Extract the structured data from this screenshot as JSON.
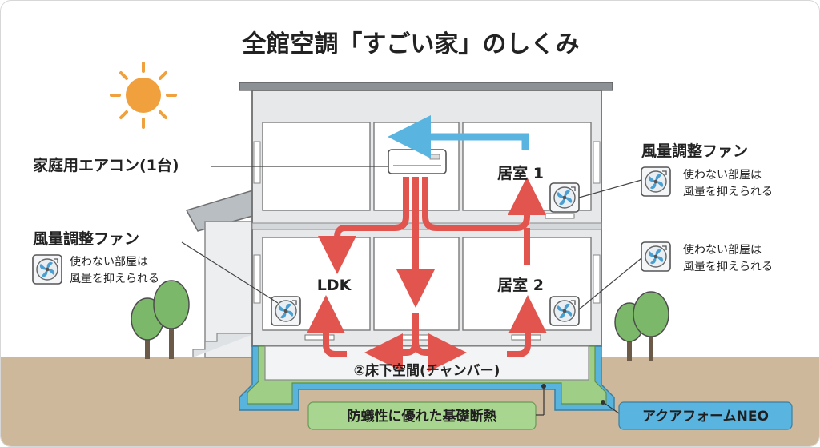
{
  "title": "全館空調「すごい家」のしくみ",
  "aircon_label": "家庭用エアコン(1台)",
  "rooms": {
    "ldk": "LDK",
    "room1": "居室 1",
    "room2": "居室 2"
  },
  "chamber_label": "②床下空間(チャンバー)",
  "foundation_label": "防蟻性に優れた基礎断熱",
  "insulation_label": "アクアフォームNEO",
  "fan_left": {
    "title": "風量調整ファン",
    "line1": "使わない部屋は",
    "line2": "風量を抑えられる"
  },
  "fan_right_top": {
    "title": "風量調整ファン",
    "line1": "使わない部屋は",
    "line2": "風量を抑えられる"
  },
  "fan_right_mid": {
    "line1": "使わない部屋は",
    "line2": "風量を抑えられる"
  },
  "colors": {
    "warm_flow": "#e2554f",
    "cool_flow": "#5ab4e0",
    "ground": "#cdb89b",
    "foundation": "#9fcf86",
    "insulation": "#58b4dd",
    "sun": "#f0a03c",
    "tree": "#7cb86a"
  },
  "icons": [
    "sun-icon",
    "fan-icon",
    "air-conditioner-icon",
    "tree-icon"
  ]
}
